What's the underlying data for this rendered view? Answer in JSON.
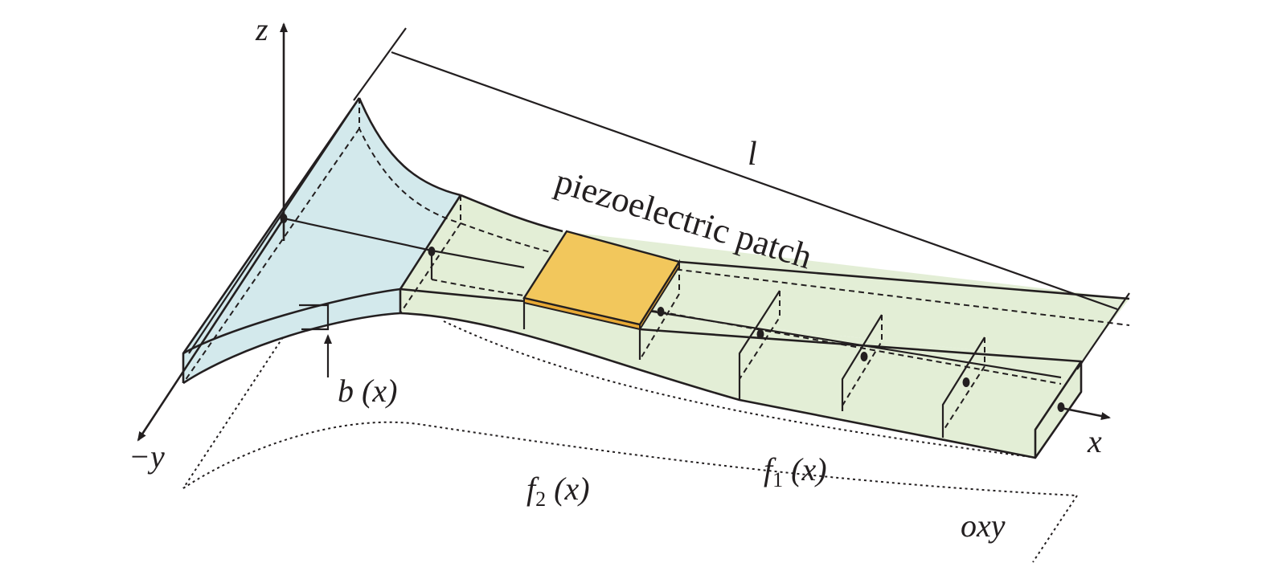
{
  "diagram": {
    "labels": {
      "z_axis": "z",
      "y_axis": "−y",
      "x_axis": "x",
      "length": "l",
      "patch": "piezoelectric patch",
      "b_func": "b (x)",
      "f1_base": "f",
      "f1_sub": "1",
      "f1_arg": " (x)",
      "f2_base": "f",
      "f2_sub": "2",
      "f2_arg": " (x)",
      "plane": "oxy"
    },
    "colors": {
      "horn_section": "#d3e9ec",
      "uniform_section": "#e3eed6",
      "patch_top": "#f2c75c",
      "patch_side": "#e8a935",
      "line": "#231f20"
    }
  }
}
